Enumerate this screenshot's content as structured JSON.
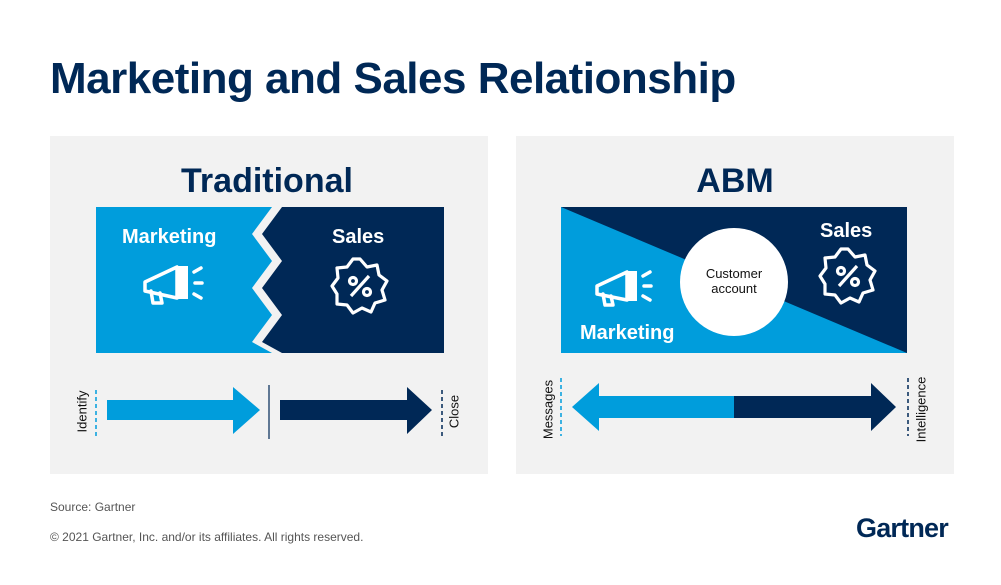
{
  "title": "Marketing and Sales Relationship",
  "colors": {
    "navy": "#002856",
    "blue": "#009ddc",
    "panel": "#f2f2f2"
  },
  "traditional": {
    "heading": "Traditional",
    "marketing_label": "Marketing",
    "sales_label": "Sales",
    "marketing_icon": "megaphone-icon",
    "sales_icon": "percent-badge-icon",
    "start_label": "Identify",
    "end_label": "Close"
  },
  "abm": {
    "heading": "ABM",
    "marketing_label": "Marketing",
    "sales_label": "Sales",
    "center_label": "Customer account",
    "marketing_icon": "megaphone-icon",
    "sales_icon": "percent-badge-icon",
    "start_label": "Messages",
    "end_label": "Intelligence"
  },
  "footer": {
    "source": "Source: Gartner",
    "copyright": "© 2021 Gartner, Inc. and/or its affiliates. All rights reserved.",
    "logo": "Gartner"
  }
}
